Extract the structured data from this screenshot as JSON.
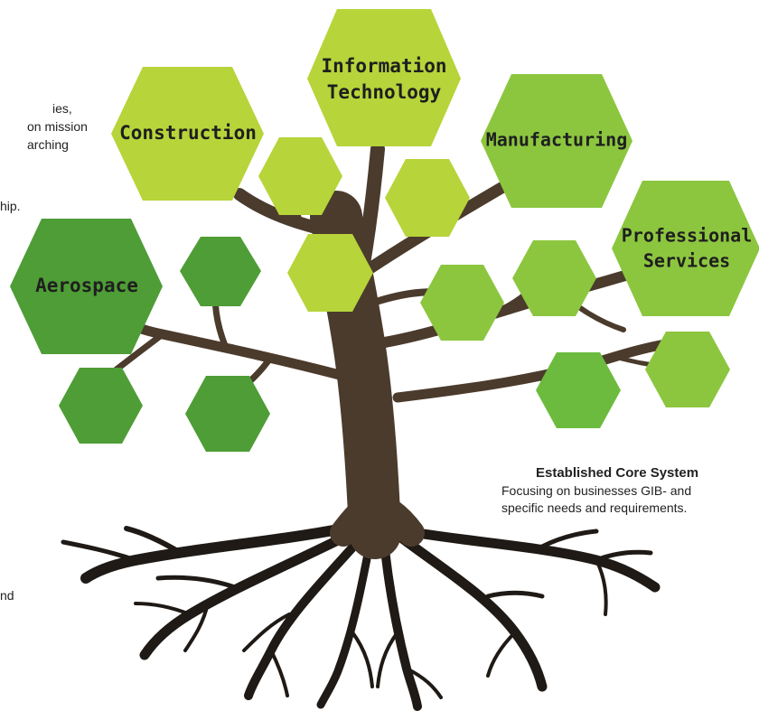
{
  "left_text": {
    "line1": "ies,",
    "line2": "on mission",
    "line3": "arching",
    "line4": "hip.",
    "line5": "nd"
  },
  "hexagons": {
    "information_technology": {
      "line1": "Information",
      "line2": "Technology"
    },
    "construction": {
      "label": "Construction"
    },
    "manufacturing": {
      "label": "Manufacturing"
    },
    "professional_services": {
      "line1": "Professional",
      "line2": "Services"
    },
    "aerospace": {
      "label": "Aerospace"
    }
  },
  "core": {
    "title": "Established Core System",
    "desc_line1": "Focusing on businesses GIB- and",
    "desc_line2": "specific needs and requirements."
  },
  "colors": {
    "lime": "#b7d43a",
    "light_green": "#8cc63f",
    "mid_green": "#6dbb3e",
    "dark_green": "#4e9d36",
    "trunk": "#4b3b2c",
    "roots": "#1f1a15"
  }
}
